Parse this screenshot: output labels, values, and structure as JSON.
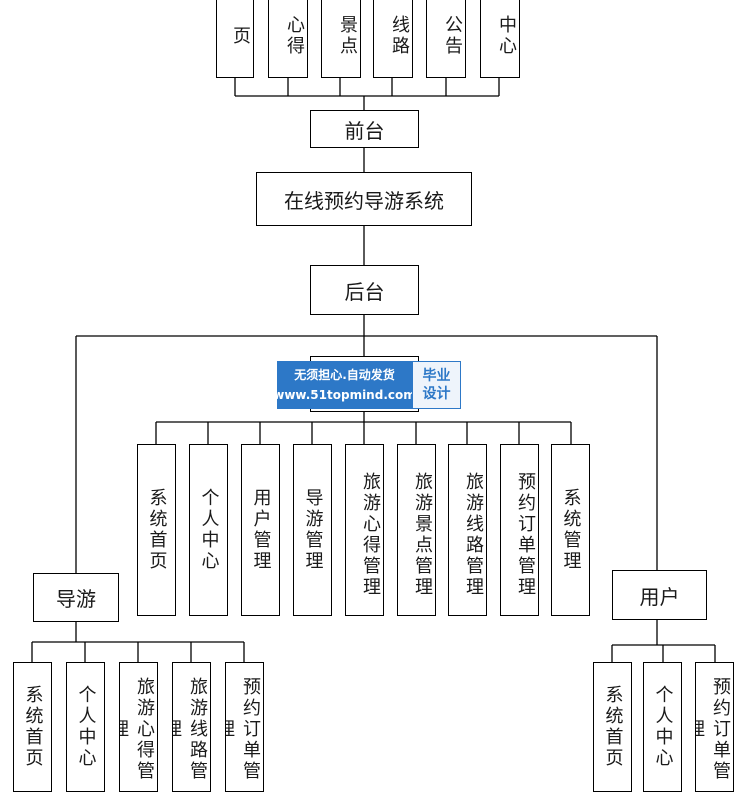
{
  "diagram": {
    "system": "在线预约导游系统",
    "front": {
      "label": "前台",
      "items": [
        "页",
        "心得",
        "景点",
        "线路",
        "公告",
        "中心"
      ]
    },
    "back": {
      "label": "后台",
      "items": [
        "系统首页",
        "个人中心",
        "用户管理",
        "导游管理",
        "旅游心得管理",
        "旅游景点管理",
        "旅游线路管理",
        "预约订单管理",
        "系统管理"
      ]
    },
    "guide": {
      "label": "导游",
      "items": [
        "系统首页",
        "个人中心",
        "旅游心得管理",
        "旅游线路管理",
        "预约订单管理"
      ]
    },
    "user": {
      "label": "用户",
      "items": [
        "系统首页",
        "个人中心",
        "预约订单管理"
      ]
    }
  },
  "watermark": {
    "line1": "无须担心.自动发货",
    "line2": "www.51topmind.com",
    "tag1": "毕业",
    "tag2": "设计"
  }
}
